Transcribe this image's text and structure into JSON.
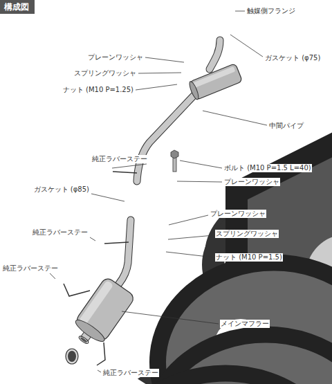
{
  "diagram": {
    "title": "構成図",
    "labels": [
      "触媒側フランジ",
      "プレーンワッシャ",
      "スプリングワッシャ",
      "ナット (M10 P=1.25)",
      "ガスケット (φ75)",
      "中間パイプ",
      "純正ラバーステー",
      "ボルト (M10 P=1.5 L=40)",
      "プレーンワッシャ",
      "ガスケット (φ85)",
      "プレーンワッシャ",
      "スプリングワッシャ",
      "ナット (M10 P=1.5)",
      "純正ラバーステー",
      "純正ラバーステー",
      "メインマフラー",
      "純正ラバーステー"
    ]
  }
}
